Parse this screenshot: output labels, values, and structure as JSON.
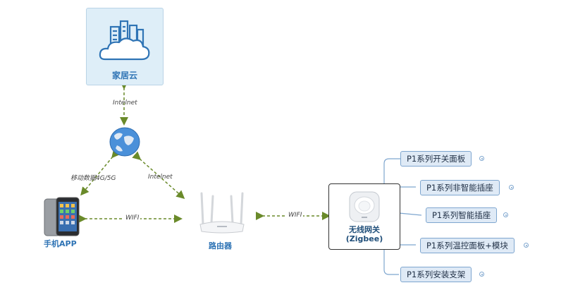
{
  "nodes": {
    "cloud_label": "家居云",
    "phone_label": "手机APP",
    "router_label": "路由器",
    "gateway_line1": "无线网关",
    "gateway_line2": "(Zigbee)"
  },
  "edges": {
    "cloud_internet": "Intelnet",
    "router_internet": "Intelnet",
    "mobile_data": "移动数据4G/5G",
    "phone_router": "WIFI",
    "router_gateway": "WIFI"
  },
  "branches": [
    "P1系列开关面板",
    "P1系列非智能插座",
    "P1系列智能插座",
    "P1系列温控面板+模块",
    "P1系列安装支架"
  ],
  "colors": {
    "arrow": "#6a8a2a",
    "node_text": "#2f74b5",
    "branch_fill": "#dfeaf6",
    "branch_border": "#7ea6cf"
  }
}
